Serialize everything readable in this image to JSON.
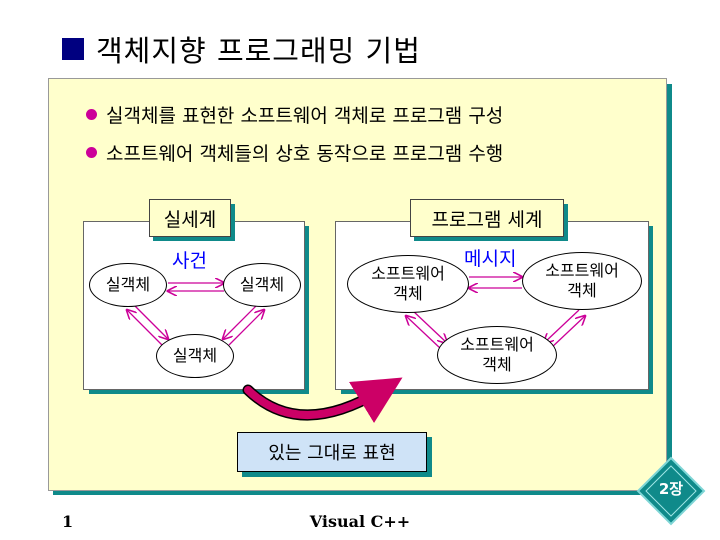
{
  "title": "객체지향 프로그래밍 기법",
  "bullets": [
    "실객체를 표현한 소프트웨어 객체로 프로그램 구성",
    "소프트웨어 객체들의 상호 동작으로 프로그램 수행"
  ],
  "real_world": {
    "label": "실세계",
    "event_label": "사건",
    "objects": [
      "실객체",
      "실객체",
      "실객체"
    ]
  },
  "program_world": {
    "label": "프로그램 세계",
    "message_label": "메시지",
    "objects": [
      "소프트웨어\n객체",
      "소프트웨어\n객체",
      "소프트웨어\n객체"
    ]
  },
  "result_label": "있는 그대로 표현",
  "chapter_badge": "2장",
  "footer": {
    "page_number": "1",
    "course": "Visual C++"
  },
  "colors": {
    "accent": "#000080",
    "shadow": "#0f8a8a",
    "bullet": "#cc0099",
    "arrow": "#cc0099",
    "panel": "#ffffcc",
    "badge": "#0f8a8a"
  }
}
